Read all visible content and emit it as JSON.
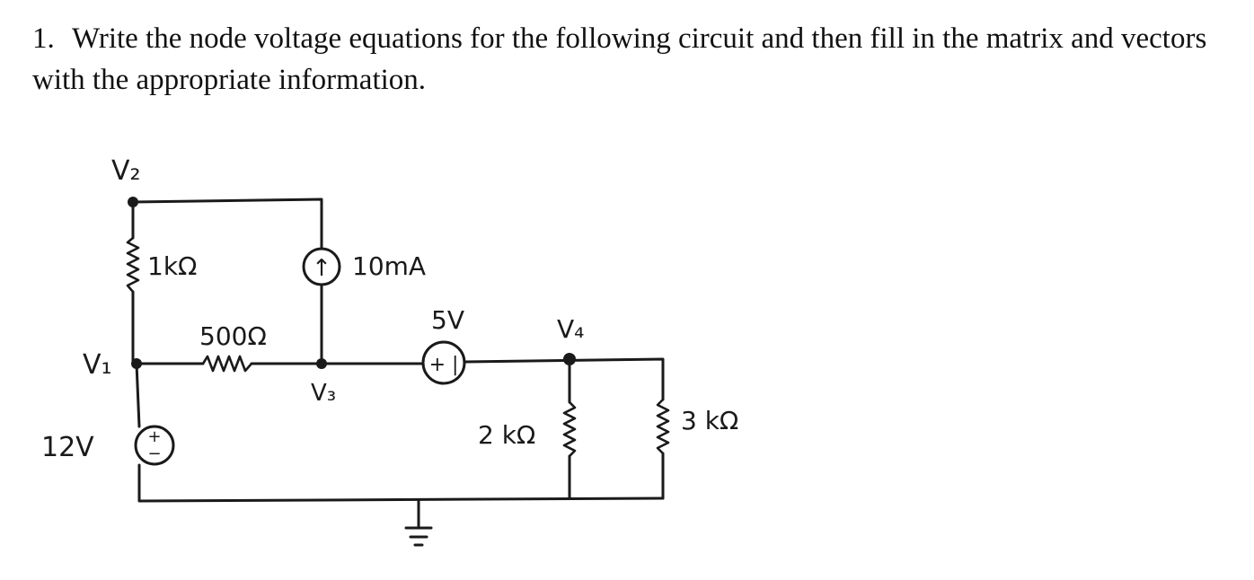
{
  "question": {
    "number": "1.",
    "text": "Write the node voltage equations for the following circuit and then fill in the matrix and vectors with the appropriate information."
  },
  "circuit": {
    "nodes": {
      "v1": "V₁",
      "v2": "V₂",
      "v3": "V₃",
      "v4": "V₄"
    },
    "resistors": {
      "r1": "1kΩ",
      "r2": "500Ω",
      "r3": "2 kΩ",
      "r4": "3 kΩ"
    },
    "current_source": {
      "label": "10mA",
      "symbol": "↑"
    },
    "voltage_source_5v": {
      "label": "5V",
      "symbol": "+ |"
    },
    "voltage_source_12v": {
      "label": "12V",
      "plus": "+",
      "minus": "−"
    }
  }
}
